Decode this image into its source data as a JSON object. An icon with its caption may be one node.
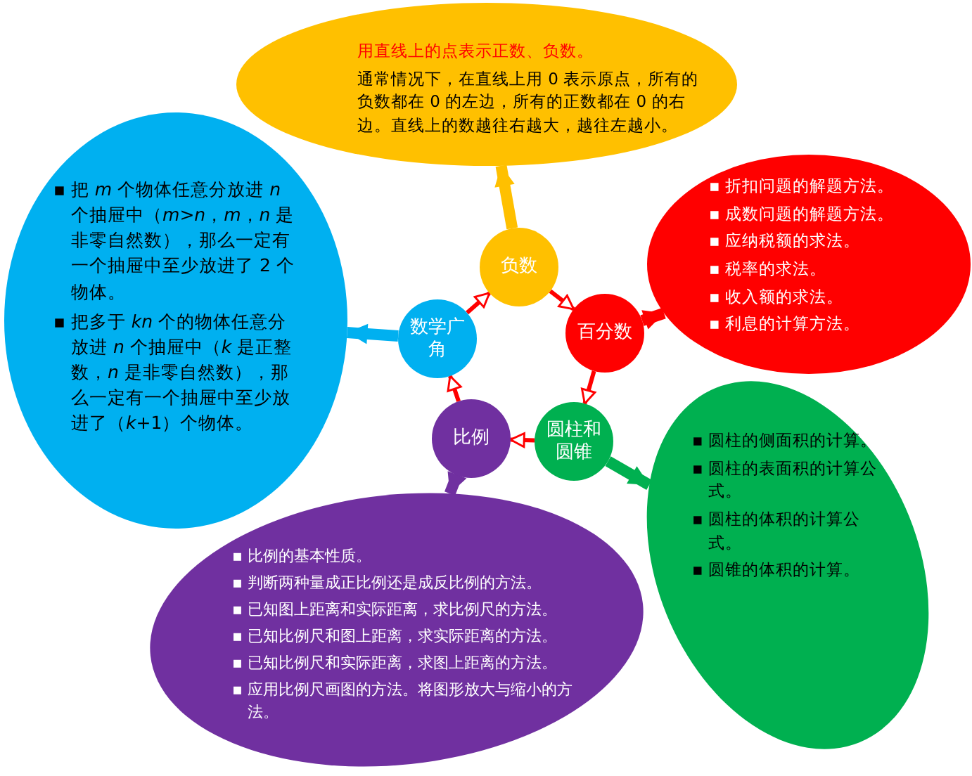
{
  "diagram": {
    "nodes": [
      {
        "text": [
          "负数"
        ]
      },
      {
        "text": [
          "百分数"
        ]
      },
      {
        "text": [
          "圆柱和圆锥"
        ]
      },
      {
        "text": [
          "比例"
        ]
      },
      {
        "text": [
          "数学广角"
        ]
      },
      {
        "text": [
          "用直线上的点表示正数、负数。",
          "通常情况下，在直线上用 0 表示原点，所有的负数都在 0 的左边，所有的正数都在 0 的右边。直线上的数越往右越大，越往左越小。"
        ]
      },
      {
        "text": [
          "▪ 折扣问题的解题方法。",
          "▪ 成数问题的解题方法。",
          "▪ 应纳税额的求法。",
          "▪ 税率的求法。",
          "▪ 收入额的求法。",
          "▪ 利息的计算方法。"
        ]
      },
      {
        "text": [
          "▪ 圆柱的侧面积的计算。",
          "▪ 圆柱的表面积的计算公式。",
          "▪ 圆柱的体积的计算公式。",
          "▪ 圆锥的体积的计算。"
        ]
      },
      {
        "text": [
          "▪ 比例的基本性质。",
          "▪ 判断两种量成正比例还是成反比例的方法。",
          "▪ 已知图上距离和实际距离，求比例尺的方法。",
          "▪ 已知比例尺和图上距离，求实际距离的方法。",
          "▪ 已知比例尺和实际距离，求图上距离的方法。",
          "▪ 应用比例尺画图的方法。将图形放大与缩小的方法。"
        ]
      },
      {
        "text": [
          "▪ 把 *m* 个物体任意分放进 *n* 个抽屉中（*m*>*n*，*m*，*n* 是非零自然数），那么一定有一个抽屉中至少放进了 2 个物体。",
          "▪ 把多于 *kn* 个的物体任意分放进 *n* 个抽屉中（*k* 是正整数，*n* 是非零自然数），那么一定有一个抽屉中至少放进了（*k*+1）个物体。"
        ]
      }
    ],
    "edges": [
      {
        "from": 0,
        "to": 1,
        "arrow": "to"
      },
      {
        "from": 1,
        "to": 2,
        "arrow": "to"
      },
      {
        "from": 2,
        "to": 3,
        "arrow": "to"
      },
      {
        "from": 3,
        "to": 4,
        "arrow": "to"
      },
      {
        "from": 4,
        "to": 0,
        "arrow": "to"
      },
      {
        "from": 0,
        "to": 5,
        "arrow": "to",
        "style": "thick",
        "color": "#ffc000"
      },
      {
        "from": 1,
        "to": 6,
        "arrow": "to",
        "style": "thick",
        "color": "#ff0000"
      },
      {
        "from": 2,
        "to": 7,
        "arrow": "to",
        "style": "thick",
        "color": "#00b050"
      },
      {
        "from": 3,
        "to": 8,
        "arrow": "to",
        "style": "thick",
        "color": "#7030a0"
      },
      {
        "from": 4,
        "to": 9,
        "arrow": "to",
        "style": "thick",
        "color": "#00b0f0"
      }
    ]
  }
}
